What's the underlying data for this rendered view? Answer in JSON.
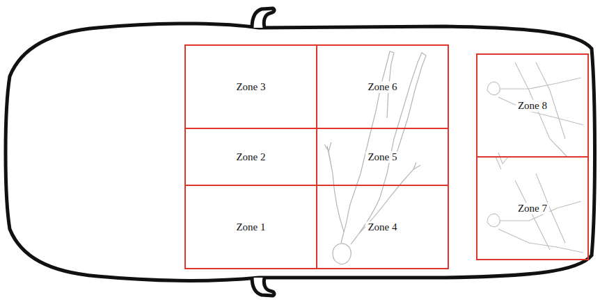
{
  "diagram": {
    "nodes": [
      {
        "text": [
          "Zone 3"
        ]
      },
      {
        "text": [
          "Zone 6"
        ]
      },
      {
        "text": [
          "Zone 8"
        ]
      },
      {
        "text": [
          "Zone 2"
        ]
      },
      {
        "text": [
          "Zone 5"
        ]
      },
      {
        "text": [
          "Zone 1"
        ]
      },
      {
        "text": [
          "Zone 4"
        ]
      },
      {
        "text": [
          "Zone 7"
        ]
      }
    ]
  }
}
